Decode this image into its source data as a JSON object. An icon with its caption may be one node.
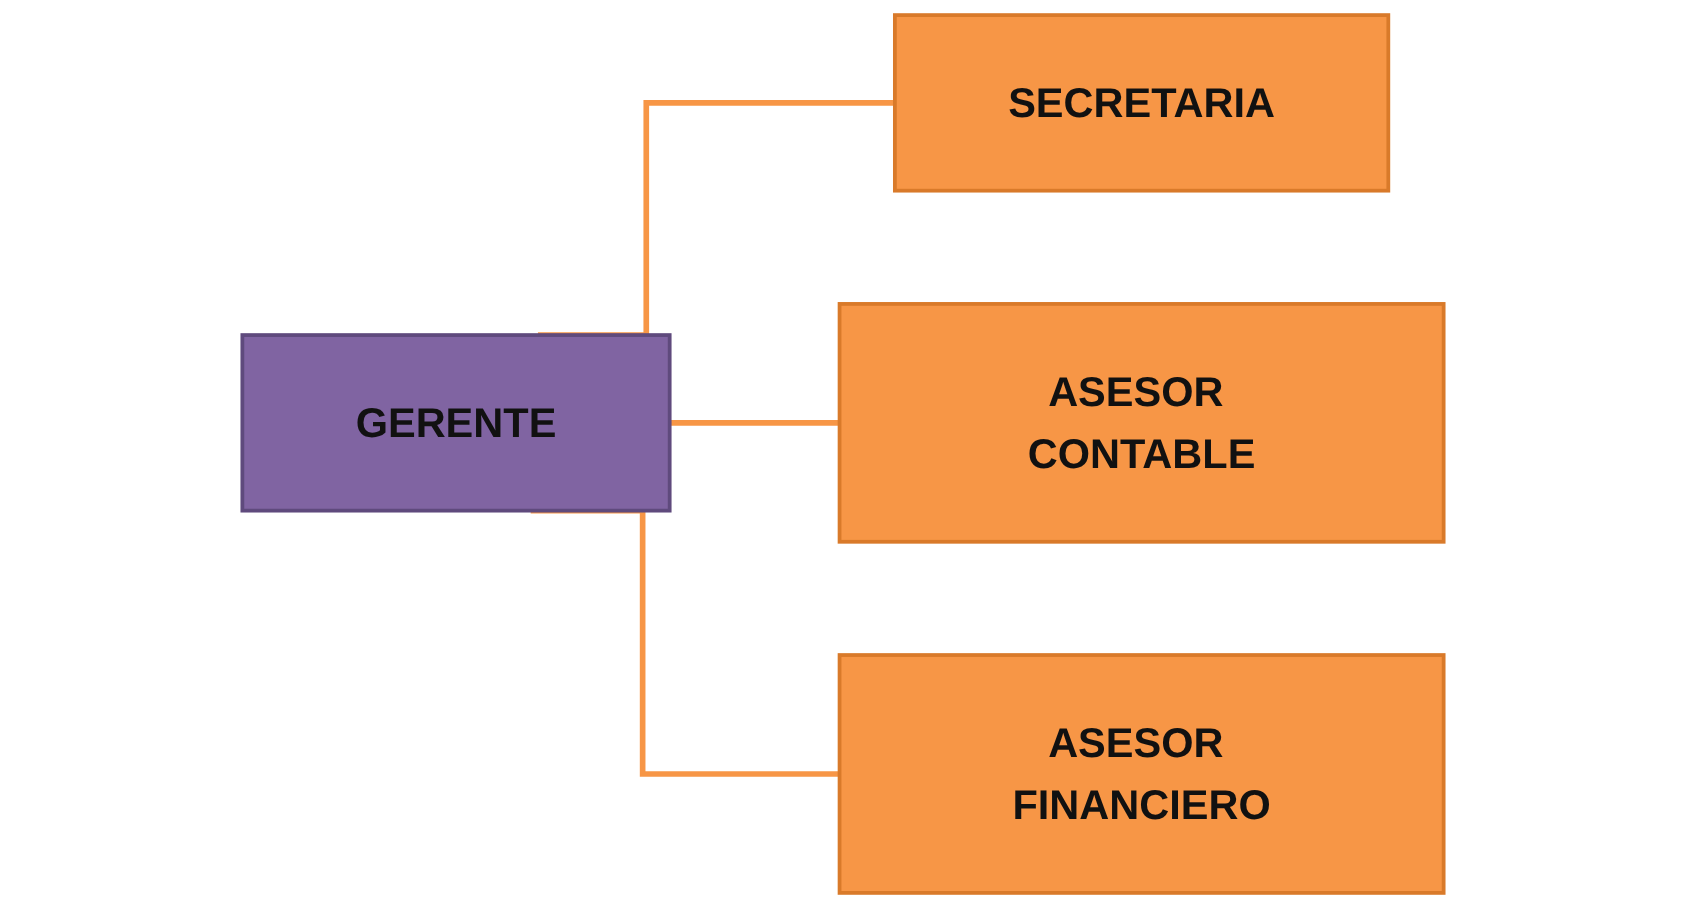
{
  "diagram": {
    "nodes": [
      {
        "text": [
          "GERENTE"
        ]
      },
      {
        "text": [
          "SECRETARIA"
        ]
      },
      {
        "text": [
          "ASESOR CONTABLE"
        ]
      },
      {
        "text": [
          "ASESOR FINANCIERO"
        ]
      }
    ],
    "edges": [
      {
        "from": 0,
        "to": 1,
        "arrow": "none"
      },
      {
        "from": 0,
        "to": 2,
        "arrow": "none"
      },
      {
        "from": 0,
        "to": 3,
        "arrow": "none"
      }
    ]
  }
}
